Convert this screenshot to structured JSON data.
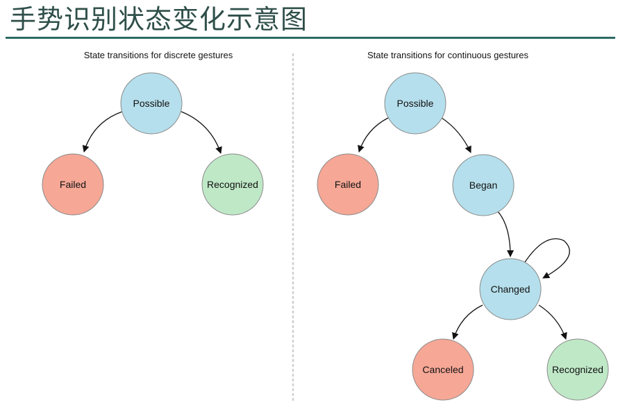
{
  "slide_title": "手势识别状态变化示意图",
  "colors": {
    "title_text": "#2f4f4a",
    "title_rule": "#2d6a62",
    "node_blue": "#b5dfec",
    "node_red": "#f6a796",
    "node_green": "#bfe8c7",
    "node_stroke": "#8a8a8a",
    "divider": "#d0d0d0"
  },
  "discrete": {
    "title": "State transitions for discrete gestures",
    "possible": "Possible",
    "failed": "Failed",
    "recognized": "Recognized"
  },
  "continuous": {
    "title": "State transitions for continuous gestures",
    "possible": "Possible",
    "failed": "Failed",
    "began": "Began",
    "changed": "Changed",
    "canceled": "Canceled",
    "recognized": "Recognized"
  }
}
